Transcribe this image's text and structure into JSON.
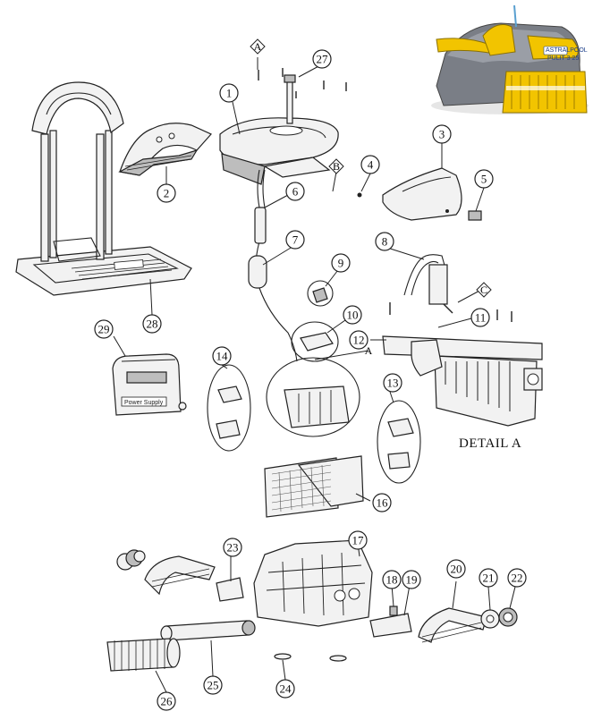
{
  "diagram": {
    "detail_label": "DETAIL A",
    "reference_markers": [
      "A",
      "B",
      "C"
    ],
    "callouts": [
      "1",
      "2",
      "3",
      "4",
      "5",
      "6",
      "7",
      "8",
      "9",
      "10",
      "11",
      "12",
      "13",
      "14",
      "16",
      "17",
      "18",
      "19",
      "20",
      "21",
      "22",
      "23",
      "24",
      "25",
      "26",
      "27",
      "28",
      "29"
    ],
    "colors": {
      "line": "#222222",
      "product_yellow": "#f2c400",
      "product_grey": "#6b6f78"
    },
    "product_photo": {
      "brand_text": "ASTRALPOOL",
      "model_text": "PULIT 3 25"
    },
    "power_supply_label": "Power Supply"
  }
}
